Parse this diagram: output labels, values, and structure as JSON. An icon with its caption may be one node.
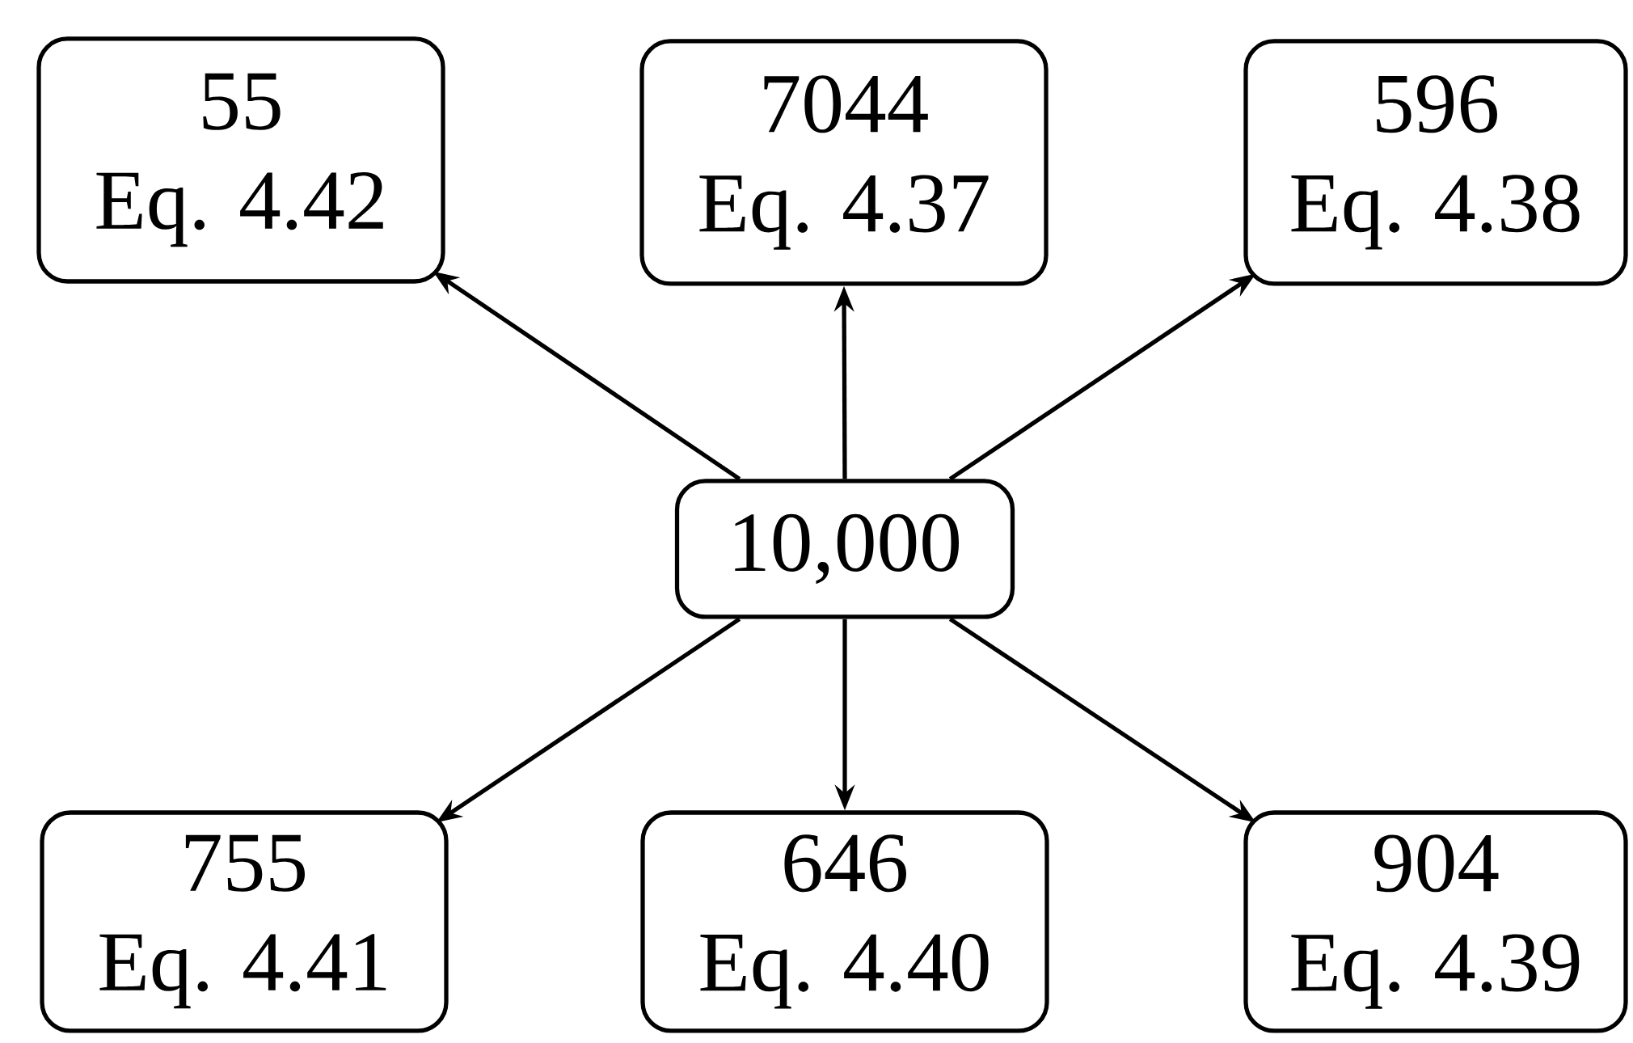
{
  "diagram": {
    "nodes": [
      {
        "text": [
          "55",
          "Eq. 4.42"
        ]
      },
      {
        "text": [
          "7044",
          "Eq. 4.37"
        ]
      },
      {
        "text": [
          "596",
          "Eq. 4.38"
        ]
      },
      {
        "text": [
          "10,000"
        ]
      },
      {
        "text": [
          "755",
          "Eq. 4.41"
        ]
      },
      {
        "text": [
          "646",
          "Eq. 4.40"
        ]
      },
      {
        "text": [
          "904",
          "Eq. 4.39"
        ]
      }
    ],
    "edges": [
      {
        "from": 3,
        "to": 0,
        "arrow": "to"
      },
      {
        "from": 3,
        "to": 1,
        "arrow": "to"
      },
      {
        "from": 3,
        "to": 2,
        "arrow": "to"
      },
      {
        "from": 3,
        "to": 4,
        "arrow": "to"
      },
      {
        "from": 3,
        "to": 5,
        "arrow": "to"
      },
      {
        "from": 3,
        "to": 6,
        "arrow": "to"
      }
    ]
  }
}
